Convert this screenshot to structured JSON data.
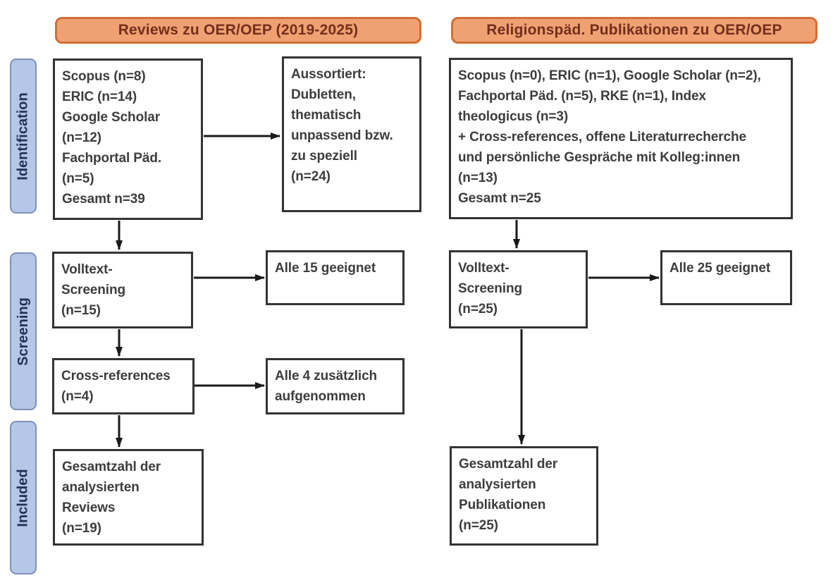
{
  "diagram": {
    "headers": {
      "left": "Reviews zu OER/OEP (2019-2025)",
      "right": "Religionspäd. Publikationen zu OER/OEP"
    },
    "stages": [
      "Identification",
      "Screening",
      "Included"
    ],
    "left_column": {
      "sources": "Scopus (n=8)\nERIC (n=14)\nGoogle Scholar\n(n=12)\nFachportal Päd.\n(n=5)\nGesamt n=39",
      "excluded": "Aussortiert:\nDubletten,\nthematisch\nunpassend bzw.\nzu speziell\n(n=24)",
      "fulltext_screening": "Volltext-\nScreening\n(n=15)",
      "fulltext_result": "Alle 15 geeignet",
      "cross_references": "Cross-references\n(n=4)",
      "cross_references_result": "Alle 4 zusätzlich\naufgenommen",
      "included_total": "Gesamtzahl der\nanalysierten\nReviews\n(n=19)"
    },
    "right_column": {
      "sources": "Scopus (n=0), ERIC (n=1), Google Scholar (n=2),\nFachportal Päd. (n=5), RKE (n=1), Index\ntheologicus (n=3)\n+ Cross-references, offene Literaturrecherche\nund persönliche Gespräche mit Kolleg:innen\n(n=13)\nGesamt n=25",
      "fulltext_screening": "Volltext-\nScreening\n(n=25)",
      "fulltext_result": "Alle 25 geeignet",
      "included_total": "Gesamtzahl der\nanalysierten\nPublikationen\n(n=25)"
    },
    "colors": {
      "header_fill": "#EFA173",
      "header_border": "#D26E35",
      "header_text": "#732F1C",
      "stage_fill": "#B5C7E7",
      "stage_border": "#7F91B7",
      "stage_text": "#203258",
      "box_border": "#333333",
      "box_text": "#3D3D3D",
      "arrow": "#1A1A1A"
    }
  }
}
